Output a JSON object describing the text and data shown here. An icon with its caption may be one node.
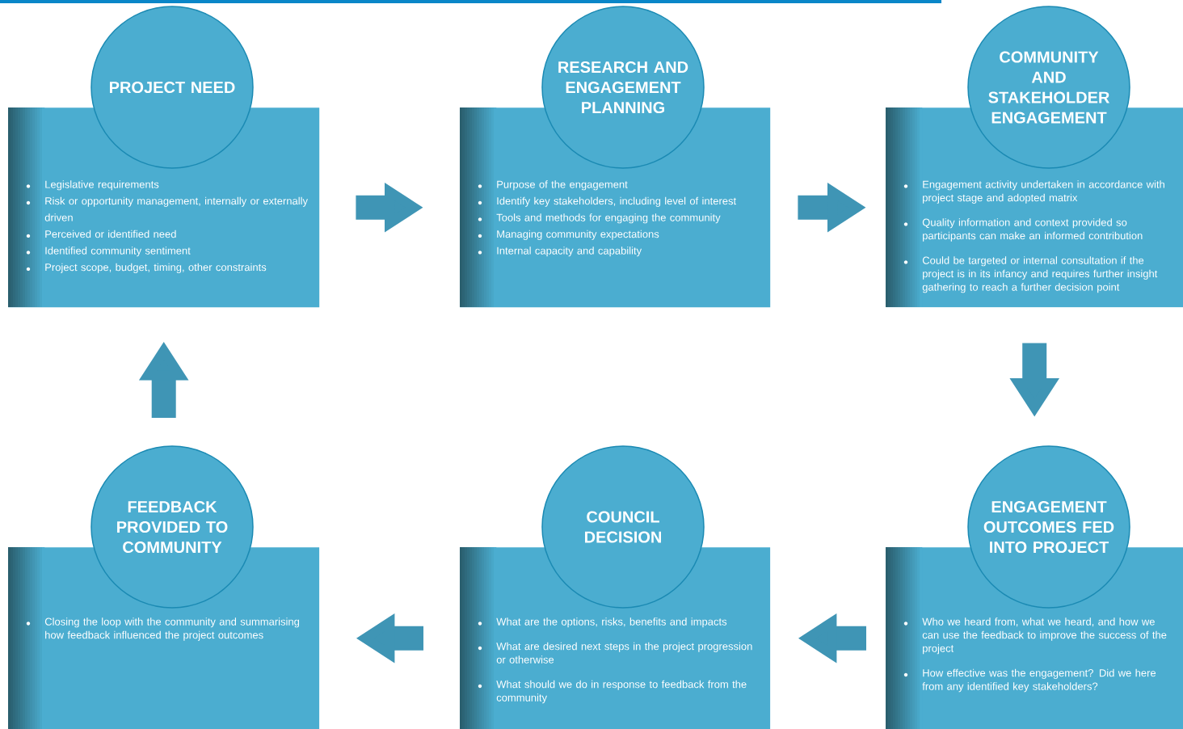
{
  "diagram": {
    "nodes": [
      {
        "text": [
          "PROJECT NEED",
          "Legislative requirements",
          "Risk or opportunity management, internally or externally driven",
          "Perceived or identified need",
          "Identified community sentiment",
          "Project scope, budget, timing, other constraints"
        ]
      },
      {
        "text": [
          "RESEARCH AND ENGAGEMENT PLANNING",
          "Purpose of the engagement",
          "Identify key stakeholders, including level of interest",
          "Tools and methods for engaging the community",
          "Managing community expectations",
          "Internal capacity and capability"
        ]
      },
      {
        "text": [
          "COMMUNITY AND STAKEHOLDER ENGAGEMENT",
          "Engagement activity undertaken in accordance with project stage and adopted matrix",
          "Quality information and context provided so participants can make an informed contribution",
          "Could be targeted or internal consultation if the project is in its infancy and requires further insight gathering to reach a further decision point"
        ]
      },
      {
        "text": [
          "FEEDBACK PROVIDED TO COMMUNITY",
          "Closing the loop with the community and summarising how feedback influenced the project outcomes"
        ]
      },
      {
        "text": [
          "COUNCIL DECISION",
          "What are the options, risks, benefits and impacts",
          "What are desired next steps in the project progression or otherwise",
          "What should we do in response to feedback from the community"
        ]
      },
      {
        "text": [
          "ENGAGEMENT OUTCOMES FED INTO PROJECT",
          "Who we heard from, what we heard, and how we can  use the feedback to improve the success of the project",
          "How effective was the engagement? Did we here from any identified key stakeholders?"
        ]
      }
    ],
    "edges": [
      {
        "from": 0,
        "to": 1,
        "arrow": "to"
      },
      {
        "from": 1,
        "to": 2,
        "arrow": "to"
      },
      {
        "from": 2,
        "to": 5,
        "arrow": "to"
      },
      {
        "from": 5,
        "to": 4,
        "arrow": "to"
      },
      {
        "from": 4,
        "to": 3,
        "arrow": "to"
      },
      {
        "from": 3,
        "to": 0,
        "arrow": "to"
      }
    ]
  }
}
